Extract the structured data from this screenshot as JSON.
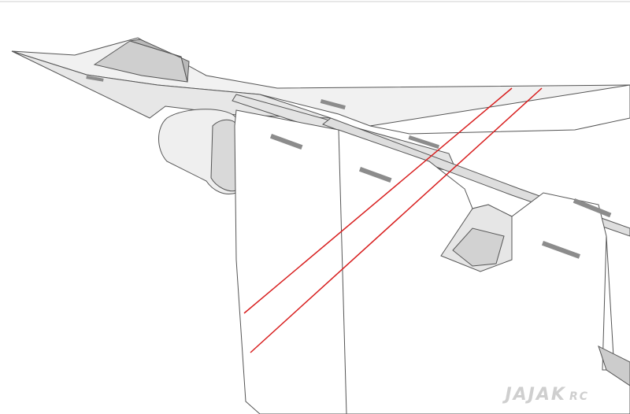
{
  "scene": {
    "description_kind": "3d-model-render",
    "colors": {
      "background": "#ffffff",
      "panel_fill": "#e4e4e4",
      "panel_light": "#f2f2f2",
      "outline": "#555555",
      "slot": "#8c8c8c",
      "accent_line": "#d81e1e",
      "watermark": "#cfcfcf"
    }
  },
  "watermark": {
    "main": "JAJAK",
    "sub": "RC"
  }
}
